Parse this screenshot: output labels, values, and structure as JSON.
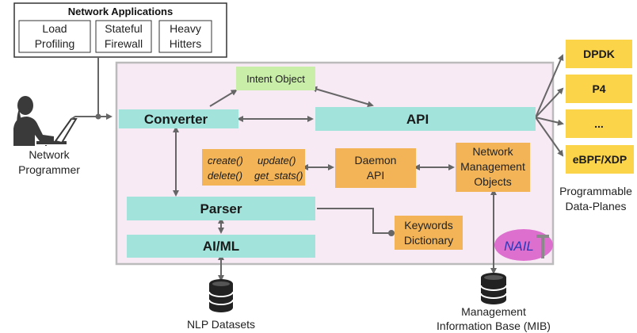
{
  "network_apps": {
    "title": "Network Applications",
    "apps": [
      {
        "line1": "Load",
        "line2": "Profiling"
      },
      {
        "line1": "Stateful",
        "line2": "Firewall"
      },
      {
        "line1": "Heavy",
        "line2": "Hitters"
      }
    ]
  },
  "programmer": {
    "line1": "Network",
    "line2": "Programmer"
  },
  "intent_object": "Intent Object",
  "converter": "Converter",
  "api": "API",
  "parser": "Parser",
  "aiml": "AI/ML",
  "functions": {
    "create": "create()",
    "update": "update()",
    "delete": "delete()",
    "get_stats": "get_stats()"
  },
  "daemon_api": {
    "line1": "Daemon",
    "line2": "API"
  },
  "nmo": {
    "line1": "Network",
    "line2": "Management",
    "line3": "Objects"
  },
  "keywords": {
    "line1": "Keywords",
    "line2": "Dictionary"
  },
  "logo": {
    "text": "NAIL"
  },
  "nlp_datasets": "NLP Datasets",
  "mib": {
    "line1": "Management",
    "line2": "Information Base (MIB)"
  },
  "data_planes": {
    "items": [
      "DPDK",
      "P4",
      "...",
      "eBPF/XDP"
    ],
    "label_line1": "Programmable",
    "label_line2": "Data-Planes"
  },
  "colors": {
    "teal": "#a2e4dc",
    "orange": "#f2b457",
    "yellow": "#fbd44a",
    "green": "#c8eea8",
    "pink_bg": "#f7eaf5",
    "logo": "#dd6fce"
  }
}
